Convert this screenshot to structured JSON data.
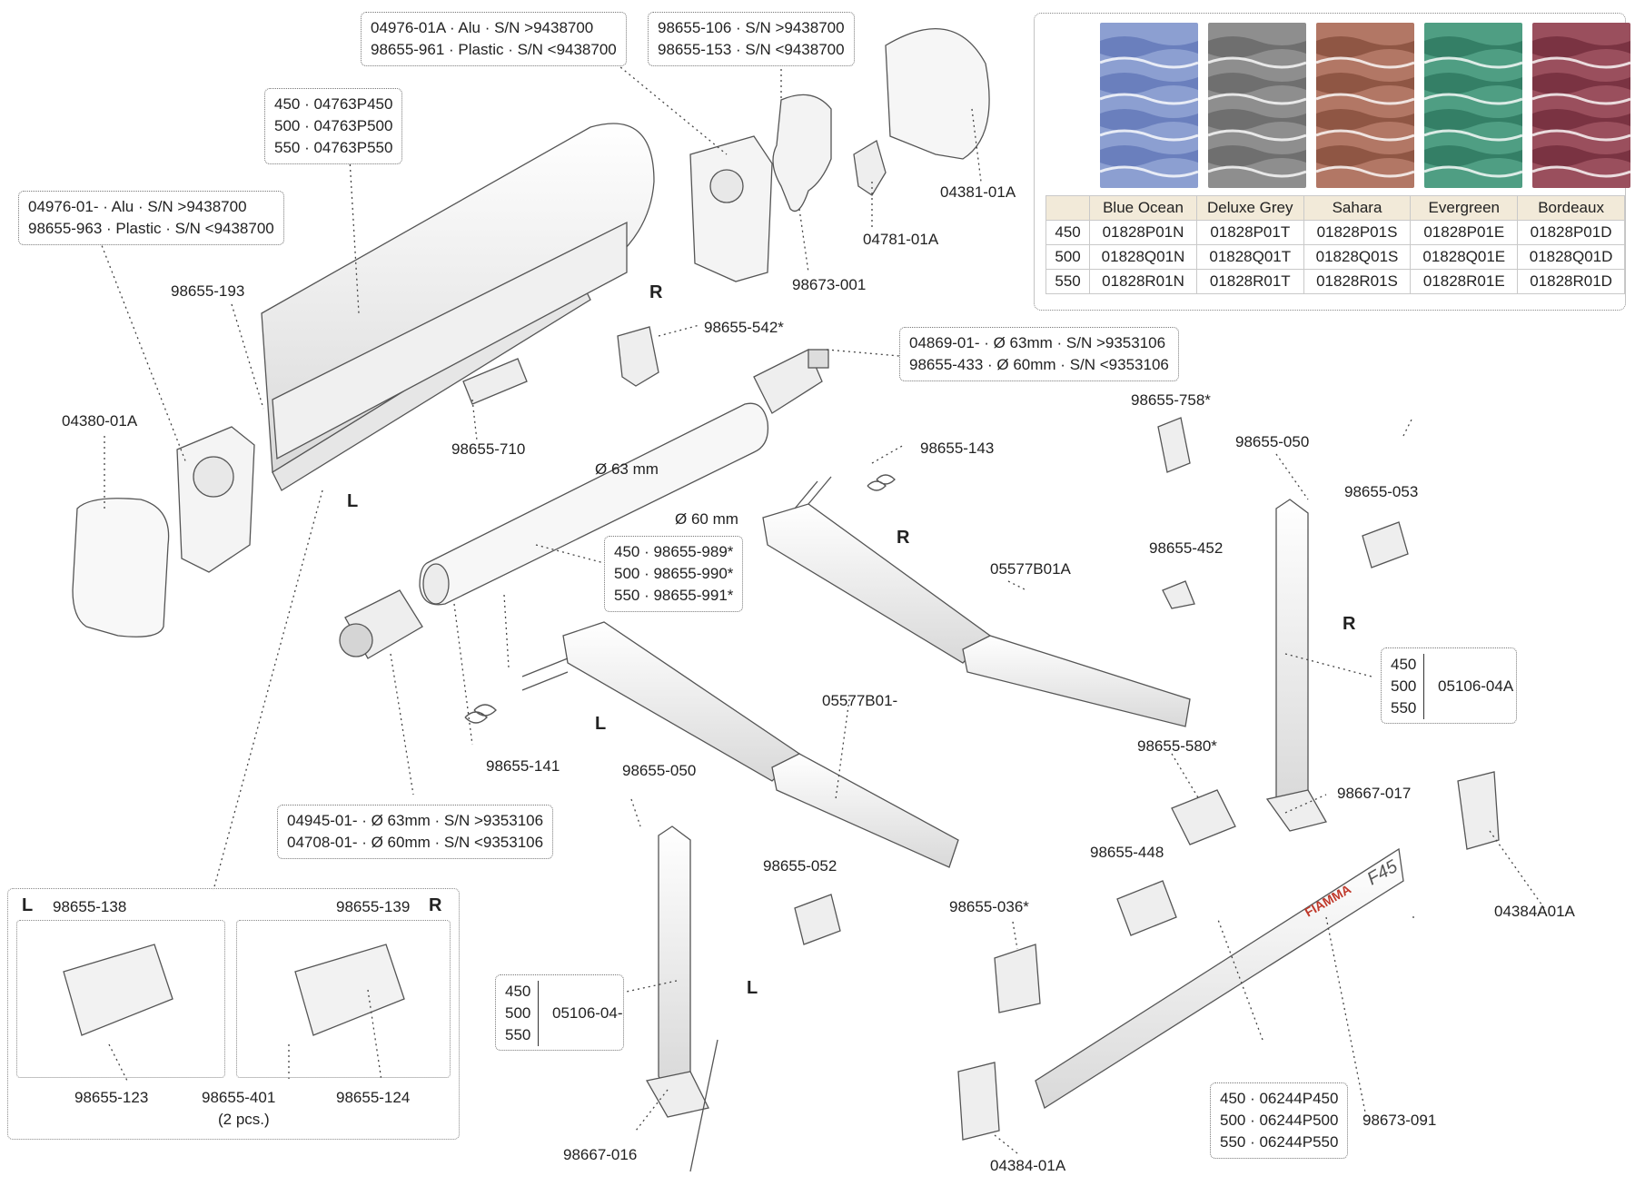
{
  "colour_table": {
    "colours": [
      {
        "name": "Blue Ocean",
        "swatch": "#8c9fd1",
        "dark": "#6a7fbd"
      },
      {
        "name": "Deluxe Grey",
        "swatch": "#8e8e8e",
        "dark": "#6f6f6f"
      },
      {
        "name": "Sahara",
        "swatch": "#b27765",
        "dark": "#8f5644"
      },
      {
        "name": "Evergreen",
        "swatch": "#4f9e83",
        "dark": "#347f66"
      },
      {
        "name": "Bordeaux",
        "swatch": "#9a4f5d",
        "dark": "#7a3342"
      }
    ],
    "rows": [
      {
        "size": "450",
        "codes": [
          "01828P01N",
          "01828P01T",
          "01828P01S",
          "01828P01E",
          "01828P01D"
        ]
      },
      {
        "size": "500",
        "codes": [
          "01828Q01N",
          "01828Q01T",
          "01828Q01S",
          "01828Q01E",
          "01828Q01D"
        ]
      },
      {
        "size": "550",
        "codes": [
          "01828R01N",
          "01828R01T",
          "01828R01S",
          "01828R01E",
          "01828R01D"
        ]
      }
    ]
  },
  "boxes": {
    "end_cap_R": [
      "04976-01A · Alu · S/N >9438700",
      "98655-961 · Plastic · S/N <9438700"
    ],
    "winch_R": [
      "98655-106 · S/N >9438700",
      "98655-153 · S/N <9438700"
    ],
    "case_sizes": [
      "450 · 04763P450",
      "500 · 04763P500",
      "550 · 04763P550"
    ],
    "end_cap_L": [
      "04976-01- · Alu · S/N >9438700",
      "98655-963 · Plastic · S/N <9438700"
    ],
    "roller_end_R": [
      "04869-01- · Ø 63mm · S/N >9353106",
      "98655-433 · Ø 60mm · S/N <9353106"
    ],
    "tube_sizes": [
      "450 · 98655-989*",
      "500 · 98655-990*",
      "550 · 98655-991*"
    ],
    "roller_end_L": [
      "04945-01- · Ø 63mm · S/N >9353106",
      "04708-01- · Ø 60mm · S/N <9353106"
    ],
    "rail_sizes": [
      "450 · 06244P450",
      "500 · 06244P500",
      "550 · 06244P550"
    ]
  },
  "leg_R": {
    "sizes": [
      "450",
      "500",
      "550"
    ],
    "code": "05106-04A"
  },
  "leg_L": {
    "sizes": [
      "450",
      "500",
      "550"
    ],
    "code": "05106-04-"
  },
  "labels": {
    "p04381": "04381-01A",
    "p04781": "04781-01A",
    "p98673_001": "98673-001",
    "p98655_193": "98655-193",
    "p04380": "04380-01A",
    "p98655_710": "98655-710",
    "p98655_542": "98655-542*",
    "p98655_143": "98655-143",
    "p98655_758": "98655-758*",
    "p98655_050a": "98655-050",
    "p98655_053": "98655-053",
    "p98655_452": "98655-452",
    "p05577B01A": "05577B01A",
    "p05577B01": "05577B01-",
    "p98655_580": "98655-580*",
    "p98667_017": "98667-017",
    "p98655_141": "98655-141",
    "p98655_050b": "98655-050",
    "p98655_052": "98655-052",
    "p98655_448": "98655-448",
    "p98655_036": "98655-036*",
    "p04384A01A": "04384A01A",
    "p04384_01A": "04384-01A",
    "p98667_016": "98667-016",
    "p98673_091": "98673-091",
    "p98655_138": "98655-138",
    "p98655_139": "98655-139",
    "p98655_123": "98655-123",
    "p98655_401": "98655-401",
    "p98655_401_qty": "(2 pcs.)",
    "p98655_124": "98655-124",
    "dia63": "Ø 63 mm",
    "dia60": "Ø 60 mm",
    "brand": "FIAMMA",
    "model": "F45"
  },
  "sides": {
    "R_top": "R",
    "L_case": "L",
    "R_arm": "R",
    "R_leg": "R",
    "L_arm": "L",
    "L_leg": "L",
    "L_detail": "L",
    "R_detail": "R"
  }
}
